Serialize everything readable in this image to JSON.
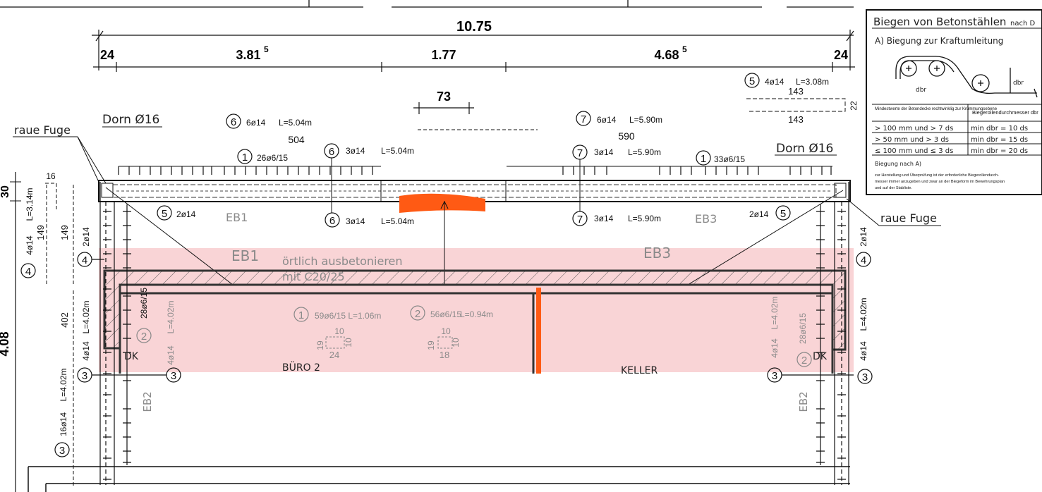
{
  "dimensions": {
    "total": "10.75",
    "left_edge": "24",
    "seg1": "3.81",
    "seg1_sup": "5",
    "seg2": "1.77",
    "seg3": "4.68",
    "seg3_sup": "5",
    "right_edge": "24",
    "opening": "73",
    "height_total": "4.08",
    "top_cut": "30",
    "left_16": "16",
    "left_149a": "149",
    "left_149b": "149",
    "left_402": "402"
  },
  "rebar": {
    "pos5_top": {
      "num": "5",
      "text": "4ø14",
      "len": "L=3.08m",
      "sub": "143",
      "sub2": "143",
      "hook": "22"
    },
    "pos6_top": {
      "num": "6",
      "text": "6ø14",
      "len": "L=5.04m",
      "sub": "504"
    },
    "pos7_top": {
      "num": "7",
      "text": "6ø14",
      "len": "L=5.90m",
      "sub": "590"
    },
    "pos1_left": {
      "num": "1",
      "text": "26ø6/15"
    },
    "pos6_mid": {
      "num": "6",
      "text": "3ø14",
      "len": "L=5.04m"
    },
    "pos7_mid": {
      "num": "7",
      "text": "3ø14",
      "len": "L=5.90m"
    },
    "pos1_right": {
      "num": "1",
      "text": "33ø6/15"
    },
    "pos5_left_bot": {
      "num": "5",
      "text": "2ø14"
    },
    "pos6_bot": {
      "num": "6",
      "text": "3ø14",
      "len": "L=5.04m"
    },
    "pos7_bot": {
      "num": "7",
      "text": "3ø14",
      "len": "L=5.90m"
    },
    "pos5_right_bot": {
      "num": "5",
      "text": "2ø14"
    },
    "pos4_left": {
      "num": "4",
      "text": "4ø14",
      "len": "L=3.14m"
    },
    "pos4_left2": {
      "num": "4",
      "text": "2ø14"
    },
    "pos4_right": {
      "num": "4",
      "text": "2ø14"
    },
    "pos3_left": {
      "num": "3",
      "text": "4ø14",
      "len": "L=4.02m"
    },
    "pos3_left_in": {
      "num": "3",
      "text": "4ø14",
      "len": "L=4.02m"
    },
    "pos2_left": {
      "num": "2",
      "text": "28ø6/15"
    },
    "pos3_left_bot": {
      "num": "3",
      "text": "16ø14",
      "len": "L=4.02m"
    },
    "pos3_right_in": {
      "num": "3",
      "text": "4ø14",
      "len": "L=4.02m"
    },
    "pos2_right": {
      "num": "2",
      "text": "28ø6/15"
    },
    "pos3_right": {
      "num": "3",
      "text": "4ø14",
      "len": "L=4.02m"
    },
    "pos1_slab": {
      "num": "1",
      "text": "59ø6/15 L=1.06m"
    },
    "pos2_slab": {
      "num": "2",
      "text": "56ø6/15",
      "len": "L=0.94m"
    }
  },
  "stirrup_dims": {
    "a_top": "10",
    "a_left": "19",
    "a_right": "10",
    "a_bot": "24",
    "b_top": "10",
    "b_left": "19",
    "b_right": "10",
    "b_bot": "18"
  },
  "labels": {
    "dorn_left": "Dorn Ø16",
    "dorn_right": "Dorn Ø16",
    "raue_left": "raue Fuge",
    "raue_right": "raue Fuge",
    "eb1_beam": "EB1",
    "eb3_beam": "EB3",
    "eb1_zone": "EB1",
    "eb3_zone": "EB3",
    "note1": "örtlich ausbetonieren",
    "note2": "mit C20/25",
    "dk_left": "DK",
    "dk_right": "DK",
    "room_left": "BÜRO  2",
    "room_right": "KELLER",
    "eb2_left": "EB2",
    "eb2_right": "EB2"
  },
  "legend": {
    "title": "Biegen  von  Betonstählen",
    "title_suffix": "nach D",
    "sub": "A) Biegung  zur  Kraftumleitung",
    "dbr1": "dbr",
    "dbr2": "dbr",
    "col1_head": "Mindestwerte der Betondecke rechtwinklig zur Krümmungsebene",
    "col2_head": "Biegerollendurchmesser dbr",
    "rows": [
      {
        "a": "> 100  mm  und  > 7  ds",
        "b": "min  dbr  =  10  ds"
      },
      {
        "a": ">  50  mm  und  > 3  ds",
        "b": "min  dbr  =  15  ds"
      },
      {
        "a": "≤ 100  mm  und  ≤ 3  ds",
        "b": "min  dbr  =  20  ds"
      }
    ],
    "foot1": "Biegung nach   A)",
    "foot2": "zur Herstellung und Überprüfung ist der erforderliche Biegerollendurch-",
    "foot3": "messer immer anzugeben und zwar an der Biegeform im Bewehrungsplan",
    "foot4": "und auf der Stabliste."
  },
  "colors": {
    "highlight": "#f7c6c8",
    "orange": "#ff5a14",
    "line": "#111111"
  }
}
